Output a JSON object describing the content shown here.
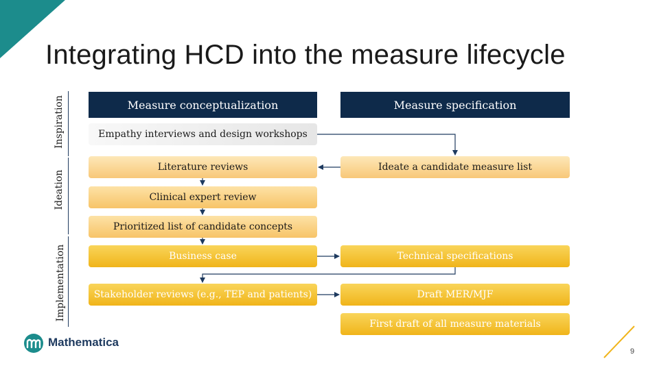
{
  "slide": {
    "title": "Integrating HCD into the measure lifecycle",
    "page_number": "9"
  },
  "phases": {
    "inspiration": "Inspiration",
    "ideation": "Ideation",
    "implementation": "Implementation"
  },
  "columns": {
    "left_header": "Measure conceptualization",
    "right_header": "Measure specification"
  },
  "boxes": {
    "empathy": "Empathy interviews and design workshops",
    "literature": "Literature reviews",
    "ideate": "Ideate a candidate measure list",
    "clinical": "Clinical expert review",
    "prioritized": "Prioritized list of candidate concepts",
    "business": "Business case",
    "technical": "Technical specifications",
    "stakeholder": "Stakeholder reviews (e.g., TEP and patients)",
    "draft_mer": "Draft MER/MJF",
    "first_draft": "First draft of all measure materials"
  },
  "brand": {
    "name": "Mathematica",
    "teal": "#1c8c8c",
    "navy": "#0e2a4a",
    "gold": "#f0b41a"
  }
}
